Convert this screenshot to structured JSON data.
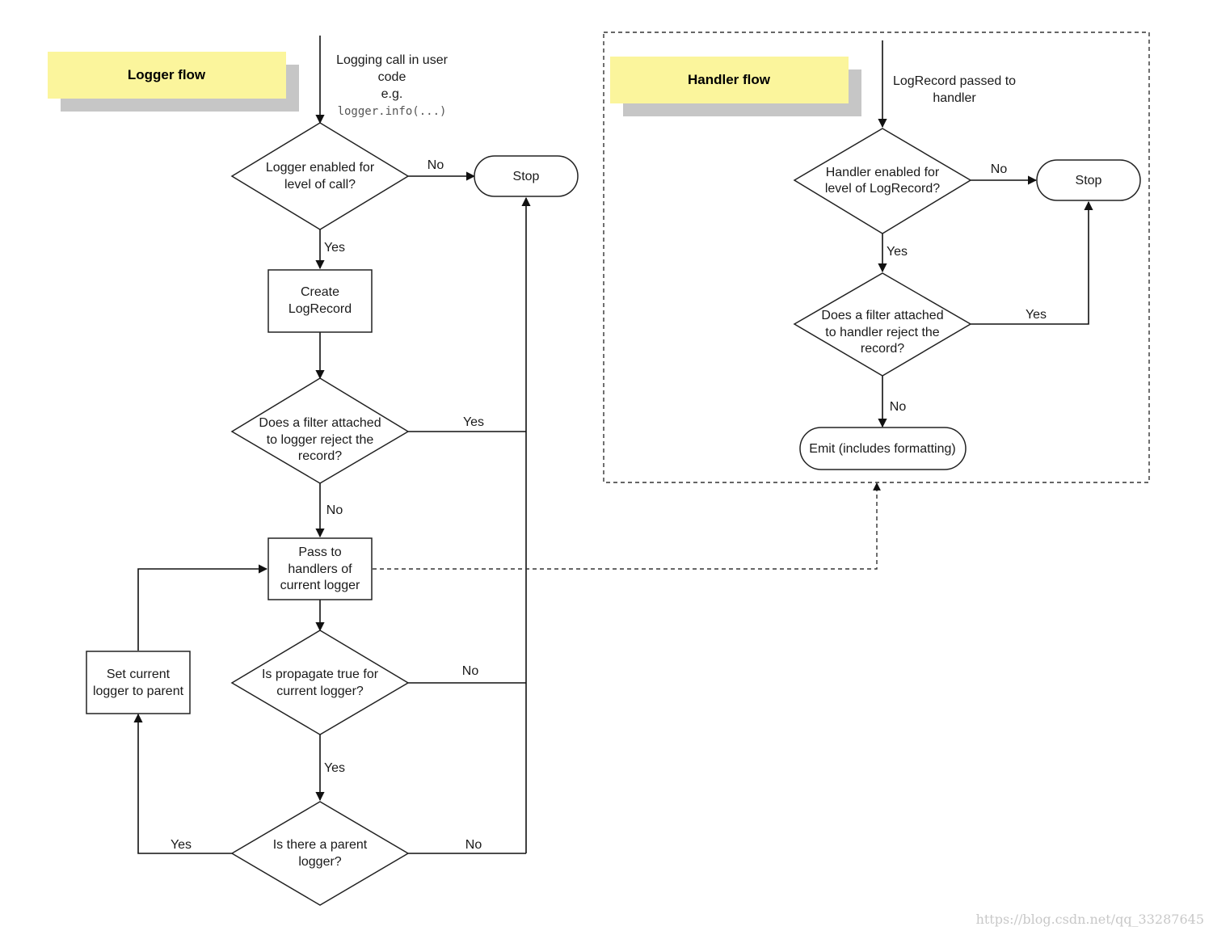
{
  "logger_flow": {
    "title": "Logger flow",
    "entry": {
      "text": [
        "Logging call in user",
        "code",
        "e.g."
      ],
      "code": "logger.info(...)"
    },
    "decision_enabled": [
      "Logger enabled for",
      "level of call?"
    ],
    "stop": "Stop",
    "create_record": [
      "Create",
      "LogRecord"
    ],
    "decision_filter": [
      "Does a filter attached",
      "to logger reject the",
      "record?"
    ],
    "pass_handlers": [
      "Pass to",
      "handlers of",
      "current logger"
    ],
    "decision_propagate": [
      "Is propagate true for",
      "current logger?"
    ],
    "decision_parent": [
      "Is there a parent",
      "logger?"
    ],
    "set_parent": [
      "Set current",
      "logger to parent"
    ],
    "labels": {
      "enabled_no": "No",
      "enabled_yes": "Yes",
      "filter_yes": "Yes",
      "filter_no": "No",
      "propagate_no": "No",
      "propagate_yes": "Yes",
      "parent_yes": "Yes",
      "parent_no": "No"
    }
  },
  "handler_flow": {
    "title": "Handler flow",
    "entry": [
      "LogRecord passed to",
      "handler"
    ],
    "decision_enabled": [
      "Handler enabled for",
      "level of LogRecord?"
    ],
    "stop": "Stop",
    "decision_filter": [
      "Does a filter attached",
      "to handler reject the",
      "record?"
    ],
    "emit": "Emit (includes formatting)",
    "labels": {
      "enabled_no": "No",
      "enabled_yes": "Yes",
      "filter_yes": "Yes",
      "filter_no": "No"
    }
  },
  "watermark": "https://blog.csdn.net/qq_33287645"
}
